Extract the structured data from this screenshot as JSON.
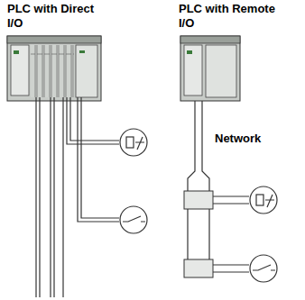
{
  "diagram": {
    "nodes": [
      {
        "text": [
          "PLC with Direct I/O"
        ]
      },
      {
        "text": [
          "PLC with Remote I/O"
        ]
      }
    ],
    "labels": [
      "Network"
    ]
  }
}
